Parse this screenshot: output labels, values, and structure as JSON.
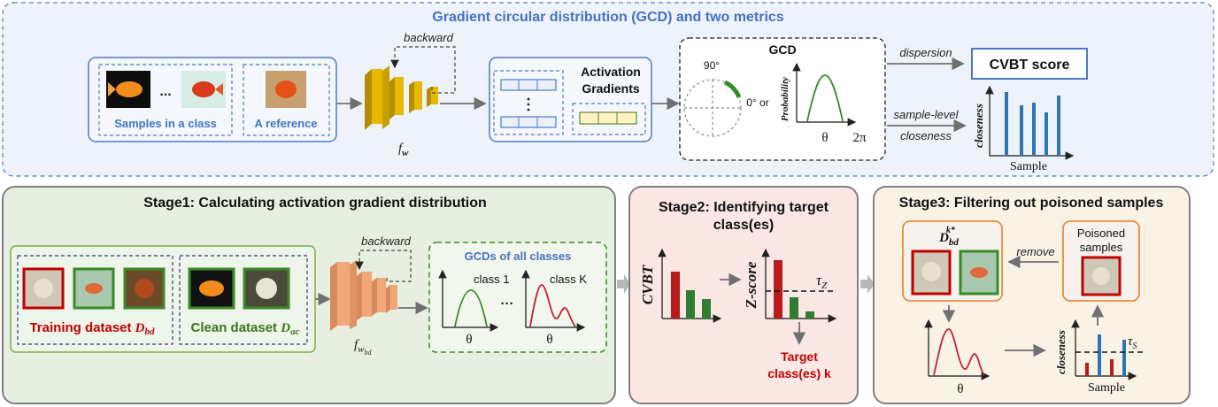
{
  "top": {
    "title": "Gradient circular distribution (GCD) and two metrics",
    "samples_label": "Samples in a class",
    "reference_label": "A reference",
    "ellipsis": "...",
    "backward": "backward",
    "fw_base": "f",
    "fw_sub": "w",
    "activation_line1": "Activation",
    "activation_line2": "Gradients",
    "gcd_title": "GCD",
    "angle_90": "90°",
    "angle_0": "0° or",
    "probability": "Probability",
    "theta": "θ",
    "two_pi": "2π",
    "dispersion": "dispersion",
    "cvbt_score": "CVBT score",
    "sample_level": "sample-level",
    "closeness_arrow": "closeness",
    "closeness_axis": "closeness",
    "sample_axis": "Sample"
  },
  "stage1": {
    "title": "Stage1: Calculating activation gradient distribution",
    "backward": "backward",
    "training_label": "Training dataset ",
    "training_sym": "D",
    "training_sub": "bd",
    "clean_label": "Clean dataset ",
    "clean_sym": "D",
    "clean_sub": "ac",
    "fw_base": "f",
    "fw_sub": "w",
    "fw_subsub": "bd",
    "gcds_title": "GCDs of all classes",
    "class1": "class 1",
    "classk": "class K",
    "dots": "···",
    "theta": "θ"
  },
  "stage2": {
    "title_line1": "Stage2: Identifying target",
    "title_line2": "class(es)",
    "cvbt_axis": "CVBT",
    "zscore_axis": "Z-score",
    "tau": "τ",
    "tau_sub": "Z",
    "target_line1": "Target",
    "target_line2": "class(es) k"
  },
  "stage3": {
    "title": "Stage3: Filtering out poisoned samples",
    "dbd_sym": "D",
    "dbd_sub": "bd",
    "dbd_sup": "k*",
    "remove": "remove",
    "poisoned_line1": "Poisoned",
    "poisoned_line2": "samples",
    "theta": "θ",
    "closeness_axis": "closeness",
    "sample_axis": "Sample",
    "tau": "τ",
    "tau_sub": "S"
  },
  "colors": {
    "blue_title": "#4472c4",
    "red": "#c00000",
    "green_text": "#38761d",
    "curve_green": "#3a8a2a",
    "bar_red": "#b71c1c",
    "bar_green": "#2e7d32",
    "bar_blue": "#2e75b6",
    "yellow_net": "#e8b800",
    "peach_net": "#f0a878",
    "stage1_bg": "#e6efe0",
    "stage2_bg": "#fbe7e4",
    "stage3_bg": "#fbf2e6",
    "top_bg": "#eef3fb"
  }
}
